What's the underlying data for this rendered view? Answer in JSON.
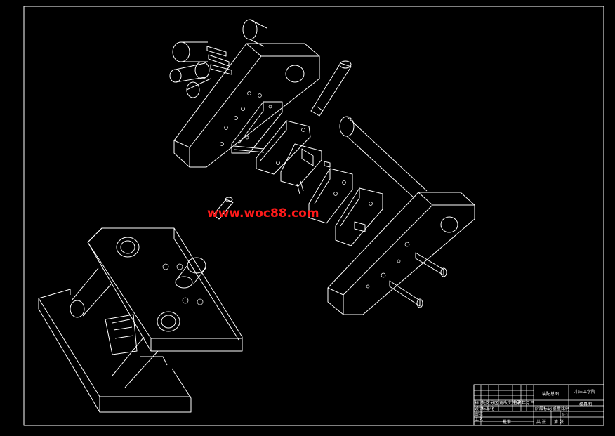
{
  "watermark": "www.woc88.com",
  "title_block": {
    "cell_a": "装配总图",
    "cell_b": "冲压工学院",
    "cell_c": "模具图",
    "cell_d": "标记",
    "cell_e": "处数",
    "cell_f": "分区",
    "cell_g": "更改文件号",
    "cell_h": "签名",
    "cell_i": "年月日",
    "cell_j": "设计",
    "cell_k": "审核",
    "cell_l": "工艺",
    "cell_m": "标准化",
    "cell_n": "阶段标记",
    "cell_o": "重量",
    "cell_p": "比例",
    "cell_q": "共 张",
    "cell_r": "第 张",
    "cell_s": "批准",
    "cell_t": "1:1"
  },
  "colors": {
    "background": "#000000",
    "lines": "#ffffff",
    "watermark": "#ff1a1a"
  }
}
